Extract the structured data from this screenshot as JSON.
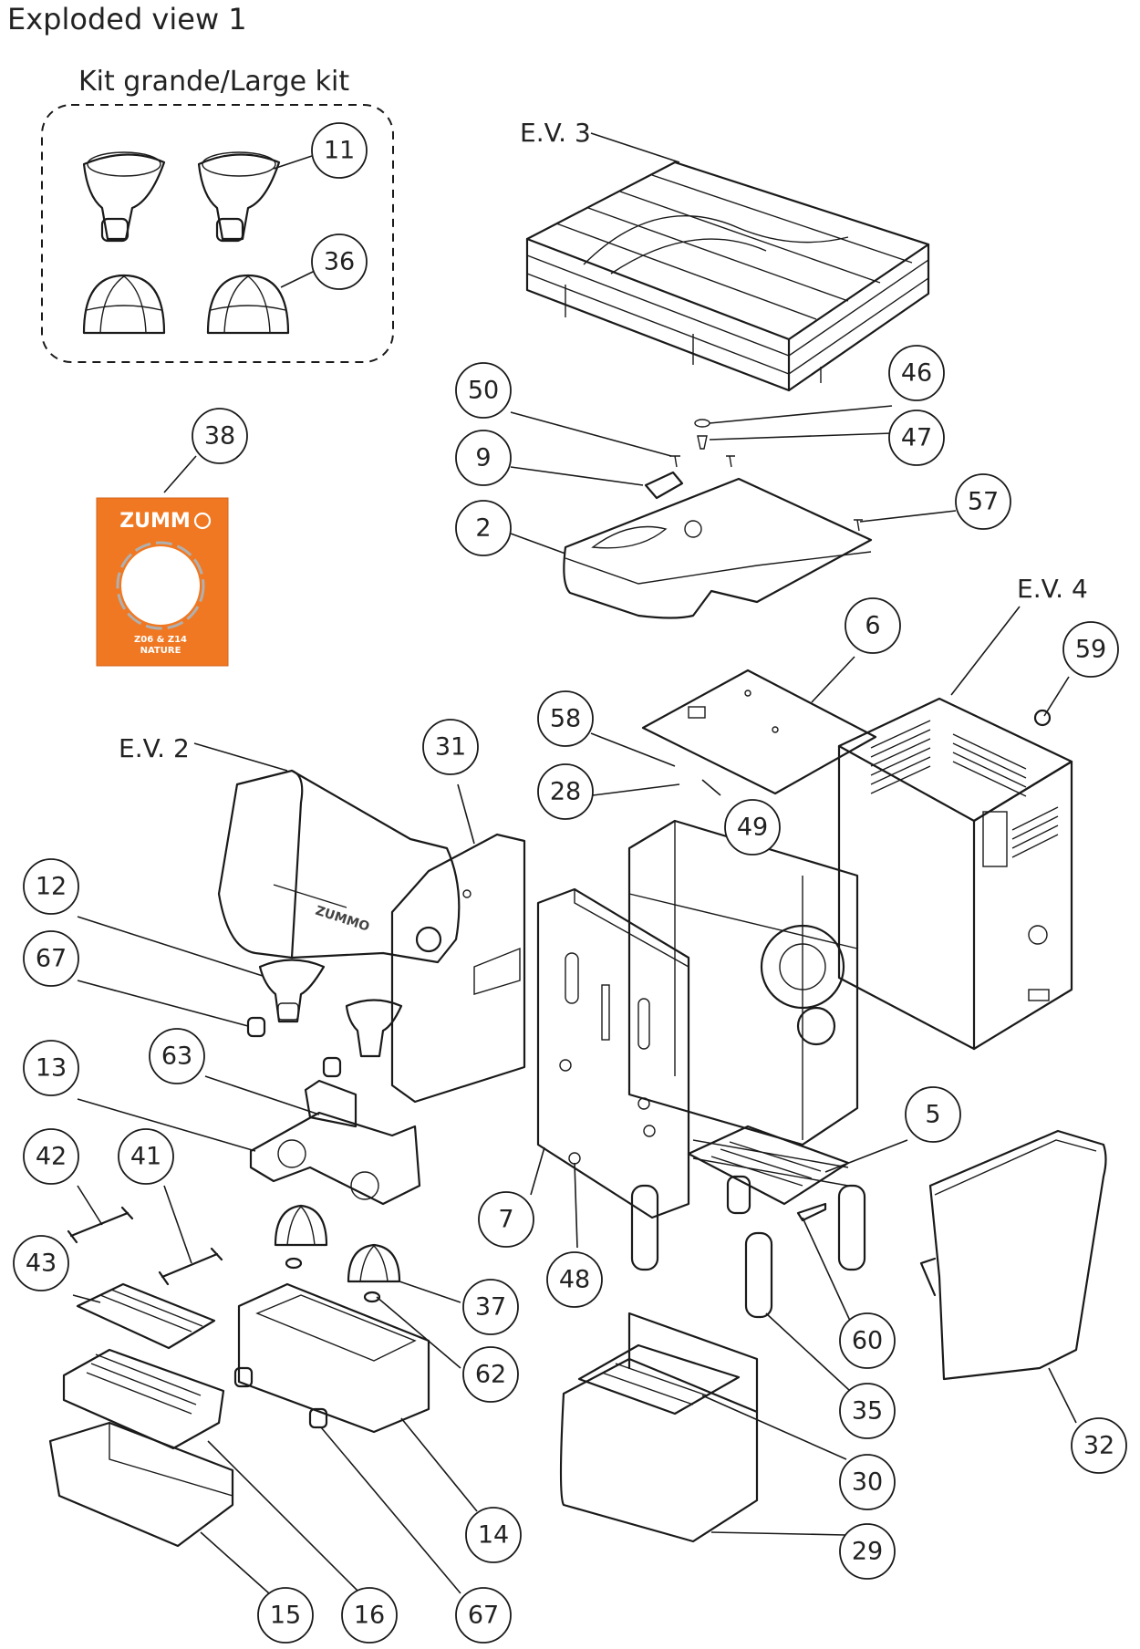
{
  "title": "Exploded view 1",
  "kit_label": "Kit grande/Large kit",
  "ev_labels": {
    "ev3": "E.V. 3",
    "ev4": "E.V. 4",
    "ev2": "E.V. 2"
  },
  "label_card": {
    "brand": "ZUMM",
    "model_line1": "Z06 & Z14",
    "model_line2": "NATURE",
    "accent_color": "#f07822"
  },
  "callouts": [
    "11",
    "36",
    "38",
    "50",
    "46",
    "47",
    "9",
    "57",
    "2",
    "6",
    "59",
    "58",
    "31",
    "28",
    "49",
    "12",
    "67",
    "63",
    "13",
    "42",
    "41",
    "43",
    "5",
    "7",
    "48",
    "60",
    "37",
    "62",
    "35",
    "32",
    "30",
    "14",
    "29",
    "15",
    "16",
    "67"
  ]
}
